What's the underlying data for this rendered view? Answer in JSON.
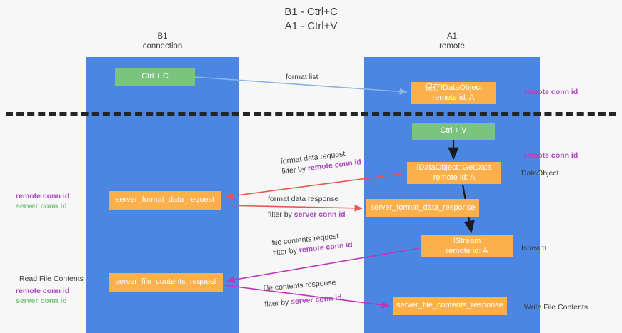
{
  "title": {
    "line1": "B1 - Ctrl+C",
    "line2": "A1 - Ctrl+V"
  },
  "lanes": [
    {
      "id": "b1",
      "name": "B1",
      "subtitle": "connection",
      "color": "#4a86e2"
    },
    {
      "id": "a1",
      "name": "A1",
      "subtitle": "remote",
      "color": "#4a86e2"
    }
  ],
  "colors": {
    "lane": "#4a86e2",
    "green_box": "#7bc47f",
    "orange_box": "#fbb04c",
    "purple_text": "#ab47bc",
    "green_text": "#7bc47f",
    "blue_arrow": "#8ab4e8",
    "red_arrow": "#e8564f",
    "magenta_arrow": "#c233b8",
    "black_arrow": "#1b1b1b",
    "separator": "#252525",
    "background": "#f7f7f7",
    "text": "#3c3c3c"
  },
  "boxes": {
    "ctrl_c": {
      "line1": "Ctrl + C",
      "line2": ""
    },
    "save_idataobject": {
      "line1": "保存IDataObject",
      "line2": "remote id: A"
    },
    "ctrl_v": {
      "line1": "Ctrl + V",
      "line2": ""
    },
    "get_data": {
      "line1": "IDataObject::GetData",
      "line2": "remote id: A"
    },
    "server_format_data_request": {
      "line1": "server_format_data_request",
      "line2": ""
    },
    "server_format_data_response": {
      "line1": "server_format_data_response",
      "line2": ""
    },
    "istream": {
      "line1": "IStream",
      "line2": "remote id: A"
    },
    "server_file_contents_request": {
      "line1": "server_file_contents_request",
      "line2": ""
    },
    "server_file_contents_response": {
      "line1": "server_file_contents_response",
      "line2": ""
    }
  },
  "annotations": {
    "format_list": "format list",
    "format_data_request": "format data request",
    "format_data_request_filter_prefix": "filter by ",
    "format_data_request_filter_value": "remote conn id",
    "format_data_response": "format data response",
    "format_data_response_filter_prefix": "filter by ",
    "format_data_response_filter_value": "server conn id",
    "file_contents_request": "file contents request",
    "file_contents_request_filter_prefix": "filter by ",
    "file_contents_request_filter_value": "remote conn id",
    "file_contents_response": "file contents response",
    "file_contents_response_filter_prefix": "filter by ",
    "file_contents_response_filter_value": "server conn id"
  },
  "margin_notes": {
    "left_remote_conn_id": "remote conn id",
    "left_server_conn_id": "server conn id",
    "read_file_contents": "Read File Contents",
    "left_remote_conn_id_2": "remote conn id",
    "left_server_conn_id_2": "server conn id",
    "right_remote_conn_id_1": "remote conn id",
    "right_remote_conn_id_2": "remote conn id",
    "right_dataobject": "DataObject",
    "right_istream": "Istream",
    "right_write_file_contents": "Write File Contents"
  }
}
